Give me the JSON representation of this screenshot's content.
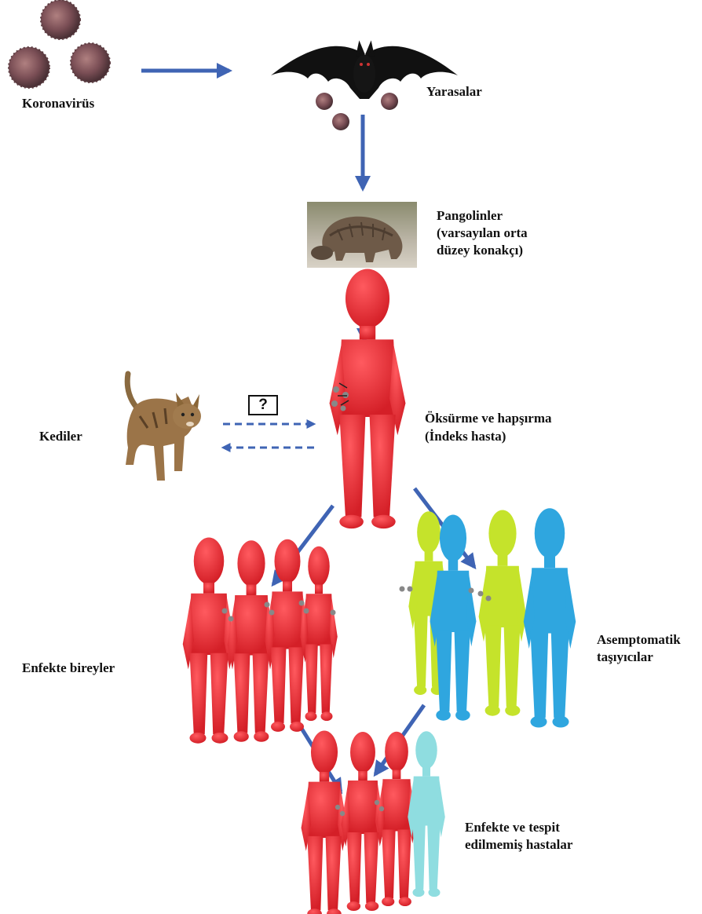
{
  "labels": {
    "coronavirus": "Koronavirüs",
    "bats": "Yarasalar",
    "pangolins_line1": "Pangolinler",
    "pangolins_line2": "(varsayılan orta",
    "pangolins_line3": "düzey konakçı)",
    "cats": "Kediler",
    "index_line1": "Öksürme ve hapşırma",
    "index_line2": "(İndeks hasta)",
    "infected": "Enfekte bireyler",
    "asymptomatic_line1": "Asemptomatik",
    "asymptomatic_line2": "taşıyıcılar",
    "undetected_line1": "Enfekte ve tespit",
    "undetected_line2": "edilmemiş hastalar"
  },
  "question_mark": "?",
  "colors": {
    "arrow": "#3f64b4",
    "infected_figure": "#ea2e35",
    "asymptomatic_yellow": "#c5e32b",
    "asymptomatic_blue": "#2fa6df",
    "undetected_light": "#8fdde0",
    "virus": "#8b5a5a"
  },
  "icons": [
    "virus-icon",
    "bat-icon",
    "pangolin-icon",
    "cat-icon",
    "person-figure-icon",
    "droplet-icon"
  ]
}
